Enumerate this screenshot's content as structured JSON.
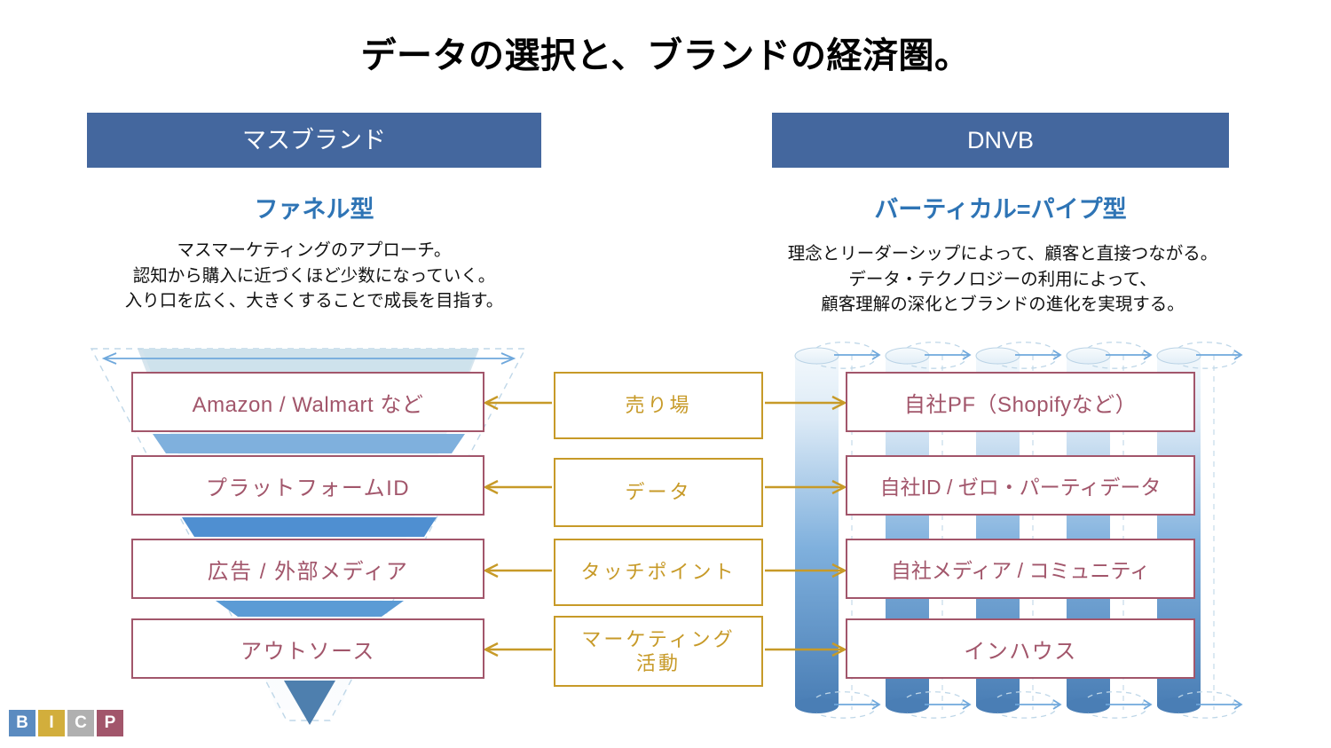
{
  "title": "データの選択と、ブランドの経済圏。",
  "columns": {
    "left": {
      "header": "マスブランド",
      "subtitle": "ファネル型",
      "description": "マスマーケティングのアプローチ。\n認知から購入に近づくほど少数になっていく。\n入り口を広く、大きくすることで成長を目指す。",
      "items": [
        "Amazon / Walmart など",
        "プラットフォームID",
        "広告 / 外部メディア",
        "アウトソース"
      ]
    },
    "right": {
      "header": "DNVB",
      "subtitle": "バーティカル=パイプ型",
      "description": "理念とリーダーシップによって、顧客と直接つながる。\nデータ・テクノロジーの利用によって、\n顧客理解の深化とブランドの進化を実現する。",
      "items": [
        "自社PF（Shopifyなど）",
        "自社ID / ゼロ・パーティデータ",
        "自社メディア / コミュニティ",
        "インハウス"
      ]
    },
    "center": {
      "items": [
        "売り場",
        "データ",
        "タッチポイント",
        "マーケティング\n活動"
      ]
    }
  },
  "logo": {
    "letters": [
      "B",
      "I",
      "C",
      "P"
    ],
    "colors": [
      "#5B8BC0",
      "#D2AE3C",
      "#B0B0B0",
      "#A2566B"
    ]
  },
  "palette": {
    "header_blue": "#44679E",
    "subtitle_blue": "#2E74B5",
    "box_mauve": "#A2566B",
    "center_gold": "#C79A28",
    "funnel_blue": "#5B9BD5",
    "pipe_blue": "#4A7EB5"
  }
}
